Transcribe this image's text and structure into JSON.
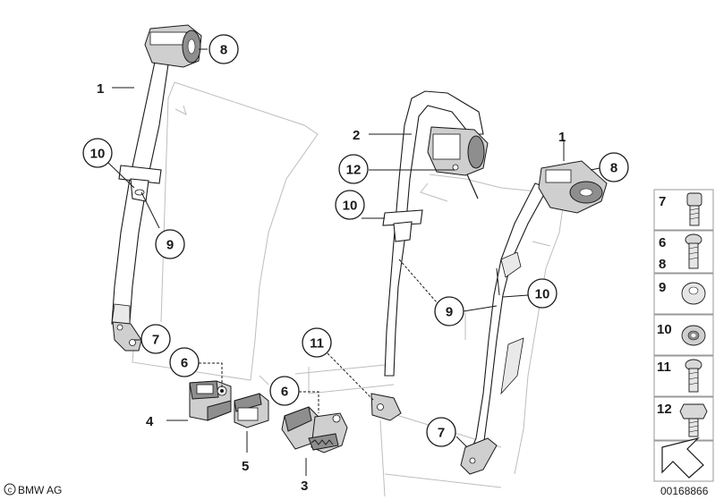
{
  "callouts": {
    "c8_left": "8",
    "c1_left": "1",
    "c10_left": "10",
    "c9_left": "9",
    "c7_left": "7",
    "c6_left": "6",
    "c4": "4",
    "c5": "5",
    "c2": "2",
    "c12": "12",
    "c10_mid": "10",
    "c9_mid": "9",
    "c11": "11",
    "c6_mid": "6",
    "c3": "3",
    "c1_right": "1",
    "c8_right": "8",
    "c10_right": "10",
    "c7_right": "7"
  },
  "legend": {
    "items": [
      "7",
      "6",
      "8",
      "9",
      "10",
      "11",
      "12"
    ]
  },
  "footer": {
    "brand": "BMW AG",
    "part_number": "00168866"
  }
}
